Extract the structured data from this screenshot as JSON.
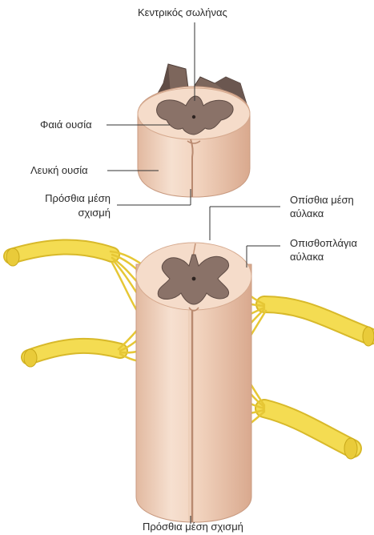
{
  "labels": {
    "central_canal": "Κεντρικός σωλήνας",
    "grey_matter": "Φαιά ουσία",
    "white_matter": "Λευκή ουσία",
    "anterior_fissure_top_line1": "Πρόσθια μέση",
    "anterior_fissure_top_line2": "σχισμή",
    "posterior_sulcus_line1": "Οπίσθια μέση",
    "posterior_sulcus_line2": "αύλακα",
    "posterolateral_sulcus_line1": "Οπισθοπλάγια",
    "posterolateral_sulcus_line2": "αύλακα",
    "anterior_fissure_bottom": "Πρόσθια μέση σχισμή"
  },
  "colors": {
    "white_matter": "#f3d9c8",
    "white_matter_shade": "#e2b9a0",
    "grey_matter": "#8a7268",
    "grey_matter_dark": "#5f4c45",
    "nerve": "#f2d640",
    "nerve_dark": "#c9a91a",
    "leader_line": "#333333"
  }
}
